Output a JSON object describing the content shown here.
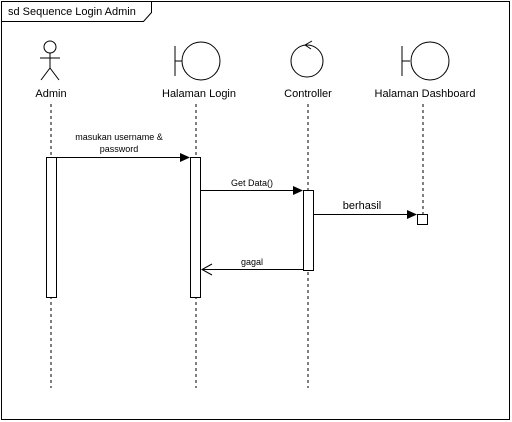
{
  "frame": {
    "title": "sd  Sequence Login Admin"
  },
  "participants": [
    {
      "id": "admin",
      "label": "Admin",
      "kind": "actor",
      "icon": "actor-icon"
    },
    {
      "id": "halaman-login",
      "label": "Halaman Login",
      "kind": "boundary",
      "icon": "boundary-icon"
    },
    {
      "id": "controller",
      "label": "Controller",
      "kind": "control",
      "icon": "control-icon"
    },
    {
      "id": "halaman-dashboard",
      "label": "Halaman Dashboard",
      "kind": "boundary",
      "icon": "boundary-icon"
    }
  ],
  "messages": [
    {
      "id": "m1",
      "from": "admin",
      "to": "halaman-login",
      "line1": "masukan username &",
      "line2": "password",
      "style": "solid"
    },
    {
      "id": "m2",
      "from": "halaman-login",
      "to": "controller",
      "label": "Get Data()",
      "style": "solid"
    },
    {
      "id": "m3",
      "from": "controller",
      "to": "halaman-dashboard",
      "label": "berhasil",
      "style": "solid"
    },
    {
      "id": "m4",
      "from": "controller",
      "to": "halaman-login",
      "label": "gagal",
      "style": "return"
    }
  ]
}
